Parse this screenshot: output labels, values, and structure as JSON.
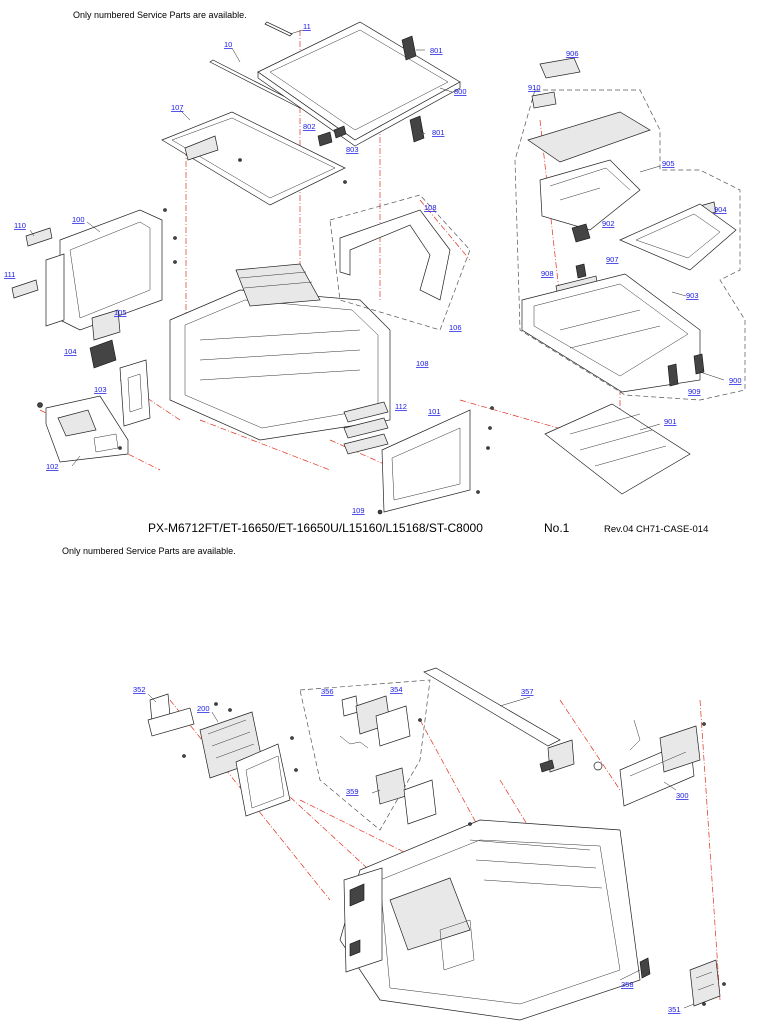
{
  "page1": {
    "note": "Only numbered Service Parts are available.",
    "model_title": "PX-M6712FT/ET-16650/ET-16650U/L15160/L15168/ST-C8000",
    "sheet_no": "No.1",
    "revision": "Rev.04 CH71-CASE-014",
    "parts": {
      "p10": "10",
      "p11": "11",
      "p100": "100",
      "p101": "101",
      "p102": "102",
      "p103": "103",
      "p104": "104",
      "p105": "105",
      "p106": "106",
      "p107": "107",
      "p108a": "108",
      "p108b": "108",
      "p109": "109",
      "p110": "110",
      "p111": "111",
      "p112": "112",
      "p800": "800",
      "p801a": "801",
      "p801b": "801",
      "p802": "802",
      "p803": "803",
      "p900": "900",
      "p901": "901",
      "p902": "902",
      "p903": "903",
      "p904": "904",
      "p905": "905",
      "p906": "906",
      "p907": "907",
      "p908": "908",
      "p909": "909",
      "p910": "910"
    }
  },
  "page2": {
    "note": "Only numbered Service Parts are available.",
    "parts": {
      "p200": "200",
      "p300": "300",
      "p351": "351",
      "p352": "352",
      "p354": "354",
      "p356": "356",
      "p357": "357",
      "p358": "358",
      "p359": "359"
    }
  }
}
